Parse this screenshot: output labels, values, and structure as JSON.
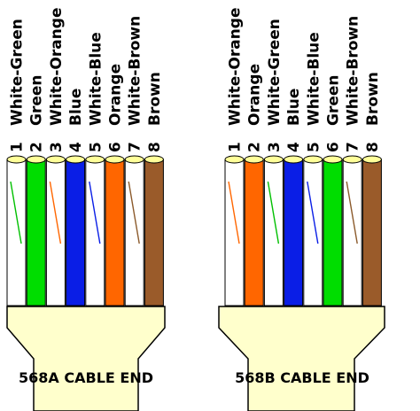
{
  "connectors": [
    {
      "title": "568A CABLE END",
      "wires": [
        {
          "pin": "1",
          "label": "White-Green",
          "base": "#ffffff",
          "stripe": "#00c000"
        },
        {
          "pin": "2",
          "label": "Green",
          "base": "#00dd00",
          "stripe": null
        },
        {
          "pin": "3",
          "label": "White-Orange",
          "base": "#ffffff",
          "stripe": "#ff6600"
        },
        {
          "pin": "4",
          "label": "Blue",
          "base": "#0a1ee6",
          "stripe": null
        },
        {
          "pin": "5",
          "label": "White-Blue",
          "base": "#ffffff",
          "stripe": "#0a1ee6"
        },
        {
          "pin": "6",
          "label": "Orange",
          "base": "#ff6600",
          "stripe": null
        },
        {
          "pin": "7",
          "label": "White-Brown",
          "base": "#ffffff",
          "stripe": "#8b5a2b"
        },
        {
          "pin": "8",
          "label": "Brown",
          "base": "#9a5b2a",
          "stripe": null
        }
      ]
    },
    {
      "title": "568B CABLE END",
      "wires": [
        {
          "pin": "1",
          "label": "White-Orange",
          "base": "#ffffff",
          "stripe": "#ff6600"
        },
        {
          "pin": "2",
          "label": "Orange",
          "base": "#ff6600",
          "stripe": null
        },
        {
          "pin": "3",
          "label": "White-Green",
          "base": "#ffffff",
          "stripe": "#00c000"
        },
        {
          "pin": "4",
          "label": "Blue",
          "base": "#0a1ee6",
          "stripe": null
        },
        {
          "pin": "5",
          "label": "White-Blue",
          "base": "#ffffff",
          "stripe": "#0a1ee6"
        },
        {
          "pin": "6",
          "label": "Green",
          "base": "#00dd00",
          "stripe": null
        },
        {
          "pin": "7",
          "label": "White-Brown",
          "base": "#ffffff",
          "stripe": "#8b5a2b"
        },
        {
          "pin": "8",
          "label": "Brown",
          "base": "#9a5b2a",
          "stripe": null
        }
      ]
    }
  ],
  "colors": {
    "boot_fill": "#ffffcc",
    "outline": "#000000",
    "wire_cap": "#ffff99"
  }
}
